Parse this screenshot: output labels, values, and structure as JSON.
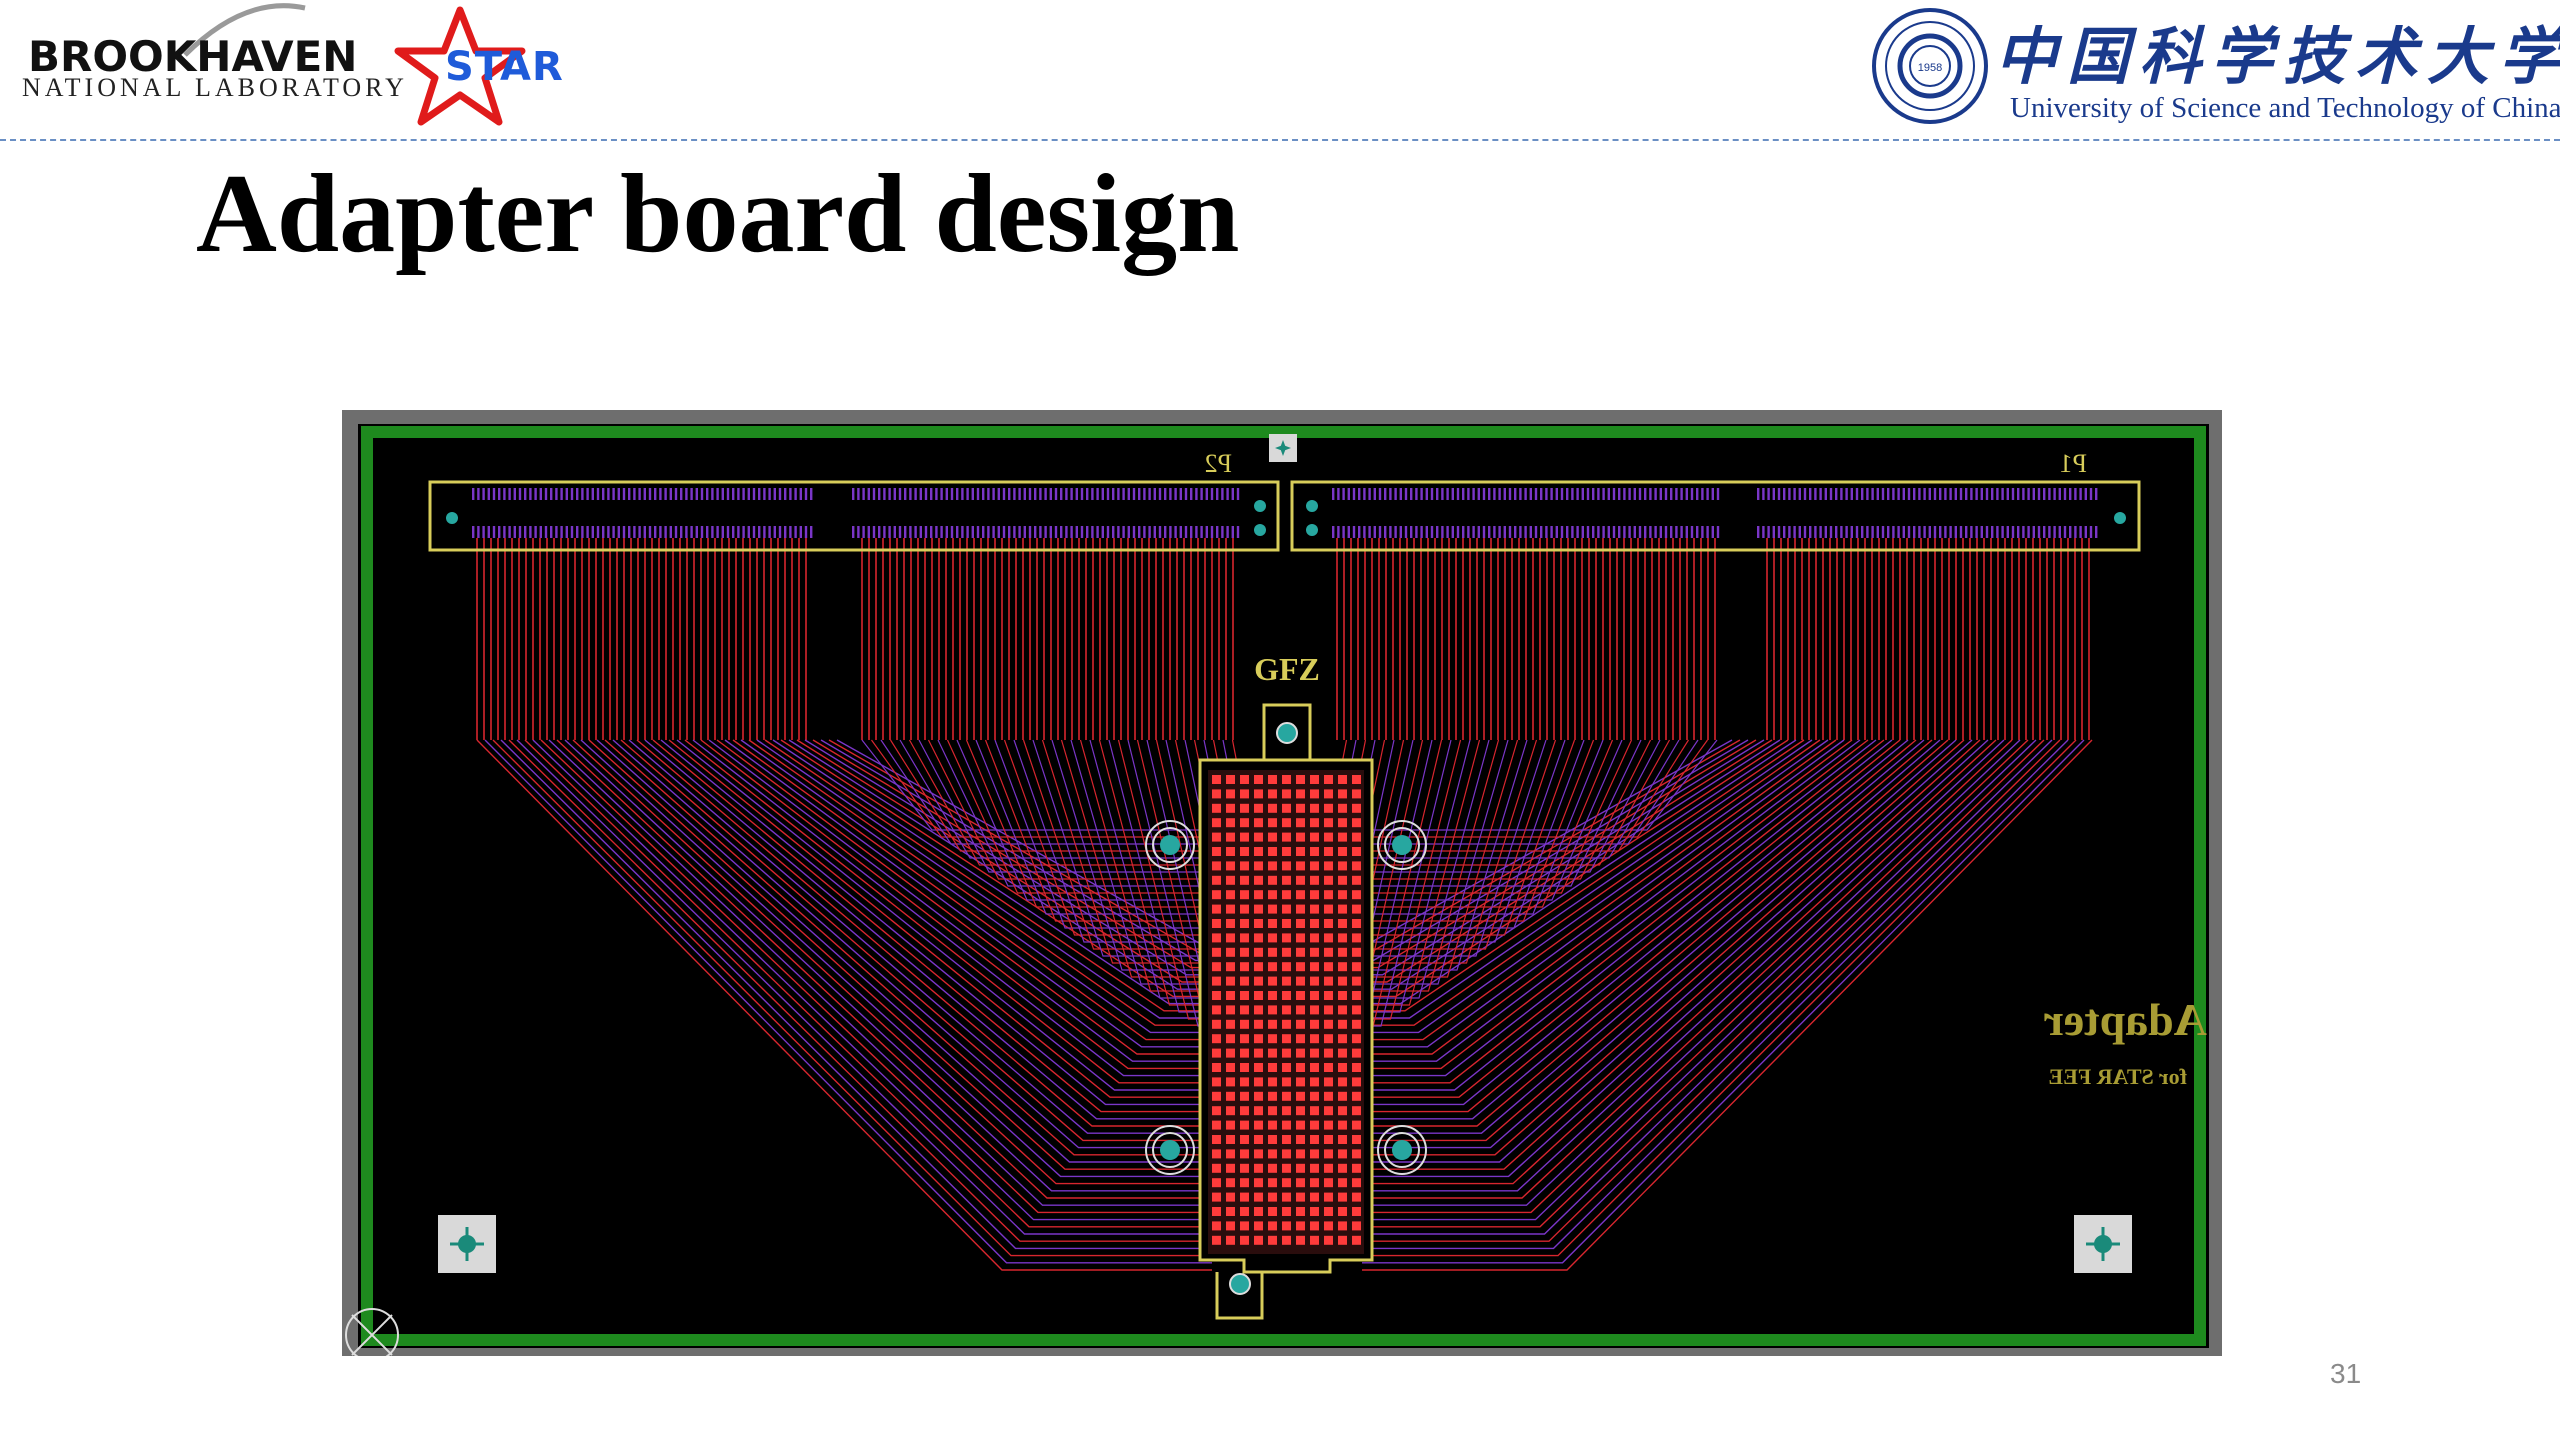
{
  "header": {
    "bnl_name": "BROOKHAVEN",
    "bnl_subtitle": "NATIONAL LABORATORY",
    "star_label": "STAR",
    "ustc_name_cn": "中国科学技术大学",
    "ustc_name_en": "University of Science and Technology of China",
    "ustc_seal_year": "1958"
  },
  "slide": {
    "title": "Adapter board design",
    "page_number": "31"
  },
  "pcb": {
    "connector_left_label": "P2",
    "connector_right_label": "P1",
    "center_label": "GFZ",
    "silk_title": "Adapter",
    "silk_subtitle": "for STAR FEE",
    "colors": {
      "board_background": "#000000",
      "board_outline": "#1e8a1e",
      "frame": "#6e6e6e",
      "silkscreen": "#d8cd5a",
      "trace_red": "#d7262e",
      "trace_purple": "#7a36c8",
      "via_teal": "#27a7a0",
      "pad_red": "#ff3b3b"
    }
  }
}
